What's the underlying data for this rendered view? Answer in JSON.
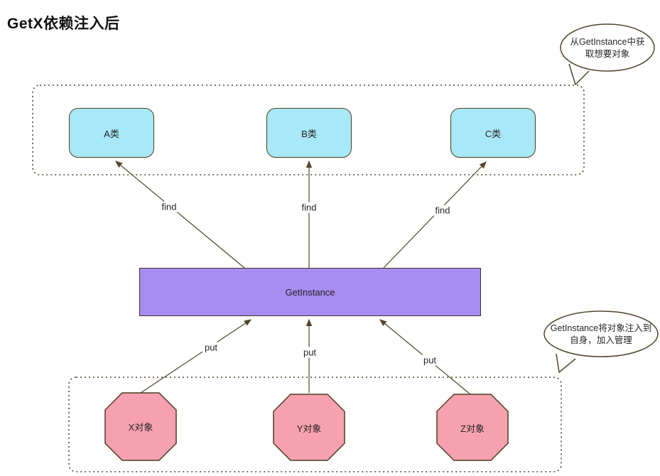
{
  "title": "GetX依赖注入后",
  "callouts": {
    "top_right": {
      "lines": [
        "从GetInstance中获",
        "取想要对象"
      ]
    },
    "middle_right": {
      "lines": [
        "GetInstance将对象注入到",
        "自身，加入管理"
      ]
    }
  },
  "nodes": {
    "get_instance": {
      "label": "GetInstance",
      "fill": "#a88cf0"
    },
    "classes": [
      {
        "label": "A类"
      },
      {
        "label": "B类"
      },
      {
        "label": "C类"
      }
    ],
    "class_fill": "#a8e8f8",
    "objects": [
      {
        "label": "X对象"
      },
      {
        "label": "Y对象"
      },
      {
        "label": "Z对象"
      }
    ],
    "object_fill": "#f7a1b0"
  },
  "edges": {
    "find": [
      "find",
      "find",
      "find"
    ],
    "put": [
      "put",
      "put",
      "put"
    ]
  },
  "colors": {
    "outline": "#51452a",
    "background": "#ffffff"
  }
}
